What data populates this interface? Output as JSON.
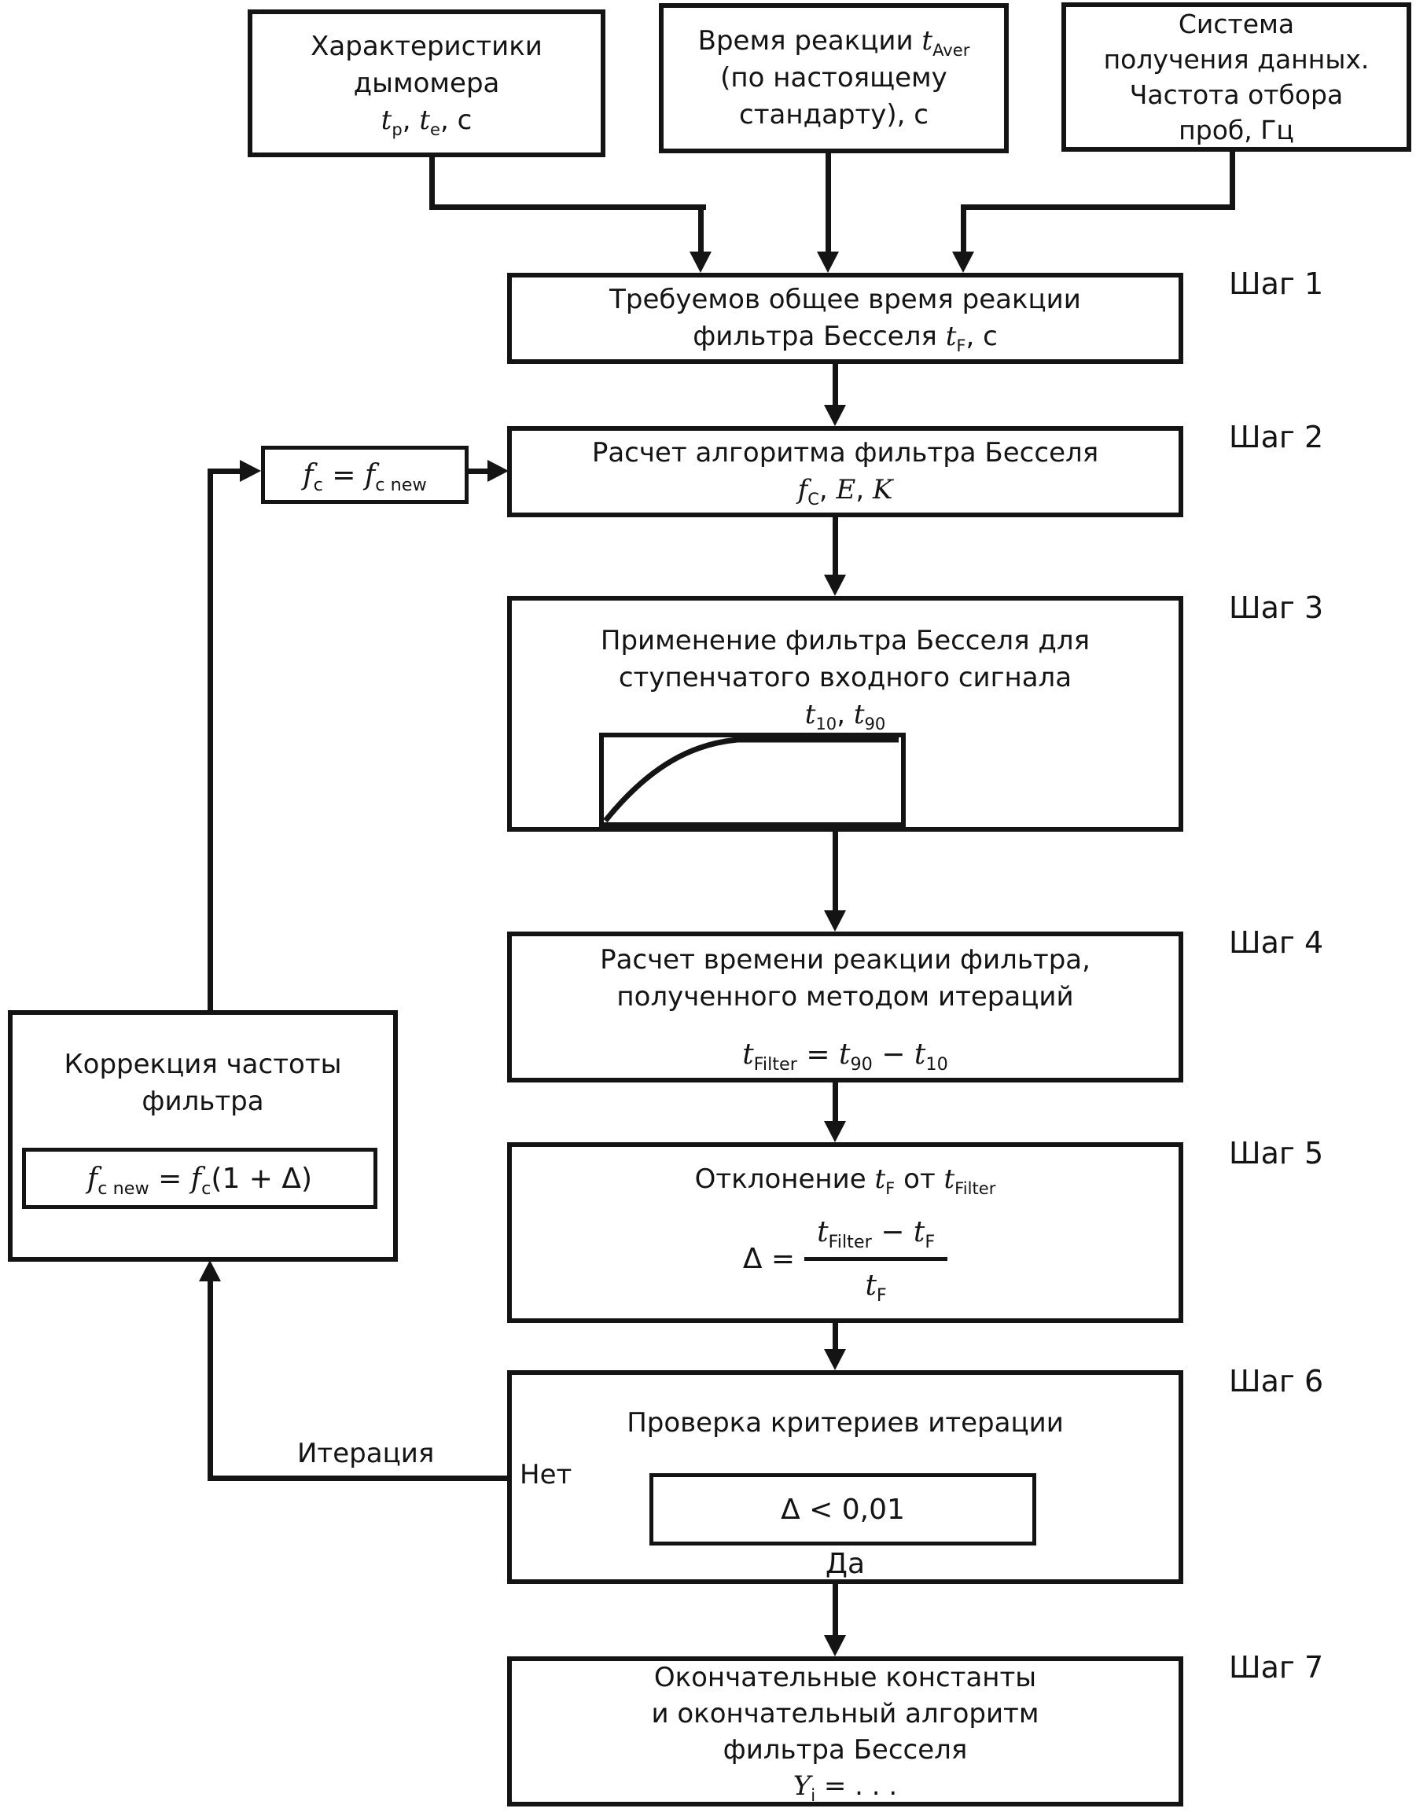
{
  "diagram": {
    "colors": {
      "ink": "#141414",
      "paper": "#ffffff"
    },
    "inputs": [
      {
        "lines": [
          "Характеристики",
          "дымомера",
          "*t*_{р}, *t*_{е}, с"
        ]
      },
      {
        "lines": [
          "Время реакции *t*_{Aver}",
          "(по настоящему",
          "стандарту), с"
        ]
      },
      {
        "lines": [
          "Система",
          "получения данных.",
          "Частота отбора",
          "проб, Гц"
        ]
      }
    ],
    "steps": [
      {
        "label": "Шаг 1",
        "lines": [
          "Требуемов общее время реакции",
          "фильтра Бесселя *t*_{F}, с"
        ]
      },
      {
        "label": "Шаг 2",
        "lines": [
          "Расчет алгоритма фильтра Бесселя",
          "*f*_{С}, *E*, *K*"
        ]
      },
      {
        "label": "Шаг 3",
        "lines": [
          "Применение фильтра Бесселя для",
          "ступенчатого входного сигнала",
          "*t*_{10}, *t*_{90}"
        ]
      },
      {
        "label": "Шаг 4",
        "lines": [
          "Расчет времени реакции фильтра,",
          "полученного методом итераций"
        ],
        "formula": "*t*_{Filter} = *t*_{90} − *t*_{10}"
      },
      {
        "label": "Шаг 5",
        "lines": [
          "Отклонение *t*_{F} от *t*_{Filter}"
        ],
        "fraction": {
          "lhs": "Δ =",
          "numerator": "*t*_{Filter} − *t*_{F}",
          "denominator": "*t*_{F}"
        }
      },
      {
        "label": "Шаг 6",
        "lines": [
          "Проверка критериев итерации"
        ],
        "condition": "Δ < 0,01",
        "yes": "Да",
        "no": "Нет"
      },
      {
        "label": "Шаг 7",
        "lines": [
          "Окончательные константы",
          "и окончательный алгоритм",
          "фильтра Бесселя",
          "*Y*_{i} = . . ."
        ]
      }
    ],
    "feedback": {
      "assign_box": "*f*_{c} = *f*_{c new}",
      "correction_title": [
        "Коррекция частоты",
        "фильтра"
      ],
      "correction_formula": "*f*_{c new} = *f*_{c}(1 + Δ)",
      "loop_label": "Итерация"
    }
  }
}
